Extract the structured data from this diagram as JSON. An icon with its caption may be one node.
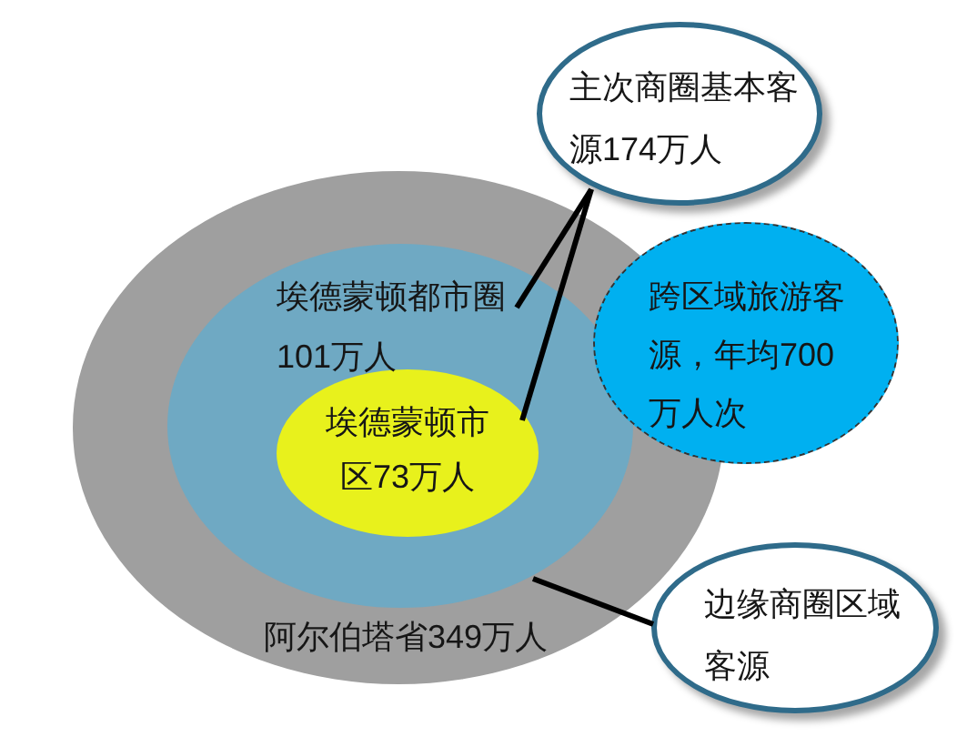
{
  "diagram": {
    "nodes": [
      {
        "text": [
          "阿尔伯塔省349万人"
        ]
      },
      {
        "text": [
          "埃德蒙顿都市圈101万人"
        ],
        "in": 0
      },
      {
        "text": [
          "埃德蒙顿市区73万人"
        ],
        "in": 1
      },
      {
        "text": [
          "主次商圈基本客源174万人"
        ]
      },
      {
        "text": [
          "跨区域旅游客源，年均700万人次"
        ]
      },
      {
        "text": [
          "边缘商圈区域客源"
        ]
      }
    ],
    "edges": [
      {
        "from": 3,
        "to": 1,
        "arrow": "none"
      },
      {
        "from": 3,
        "to": 2,
        "arrow": "none"
      },
      {
        "from": 5,
        "to": 0,
        "arrow": "none"
      }
    ]
  }
}
